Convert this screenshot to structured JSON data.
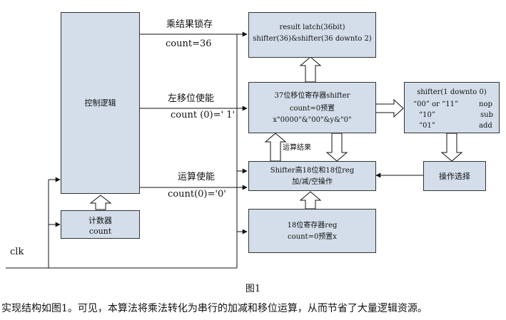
{
  "blocks": {
    "control": {
      "label": "控制逻辑"
    },
    "counter": {
      "line1": "计数器",
      "line2": "count"
    },
    "latch": {
      "line1": "result latch(36bit)",
      "line2": "shifter(36)&shifter(36 downto 2)"
    },
    "shift37": {
      "line1": "37位移位寄存器shifter",
      "line2": "count=0预置",
      "line3": "x\"0000\"&\"00\"&y&\"0\""
    },
    "decode": {
      "title": "shifter(1 downto 0)",
      "rows": [
        {
          "code": "“00” or “11”",
          "op": "nop"
        },
        {
          "code": "“10”",
          "op": "sub"
        },
        {
          "code": "“01”",
          "op": "add"
        }
      ]
    },
    "adder": {
      "line1": "Shifter高18位和18位reg",
      "line2": "加/减/空操作"
    },
    "opsel": {
      "label": "操作选择"
    },
    "reg18": {
      "line1": "18位寄存器reg",
      "line2": "count=0预置x"
    }
  },
  "signals": {
    "mul_latch": "乘结果锁存",
    "count36": "count=36",
    "shift_en": "左移位使能",
    "count0_1": "count (0)=' 1'",
    "op_en": "运算使能",
    "count0_0": "count(0)='0'",
    "op_result": "运算结果",
    "clk": "clk"
  },
  "caption": {
    "figure": "图1",
    "body": "实现结构如图1。可见，本算法将乘法转化为串行的加减和移位运算，从而节省了大量逻辑资源。"
  }
}
